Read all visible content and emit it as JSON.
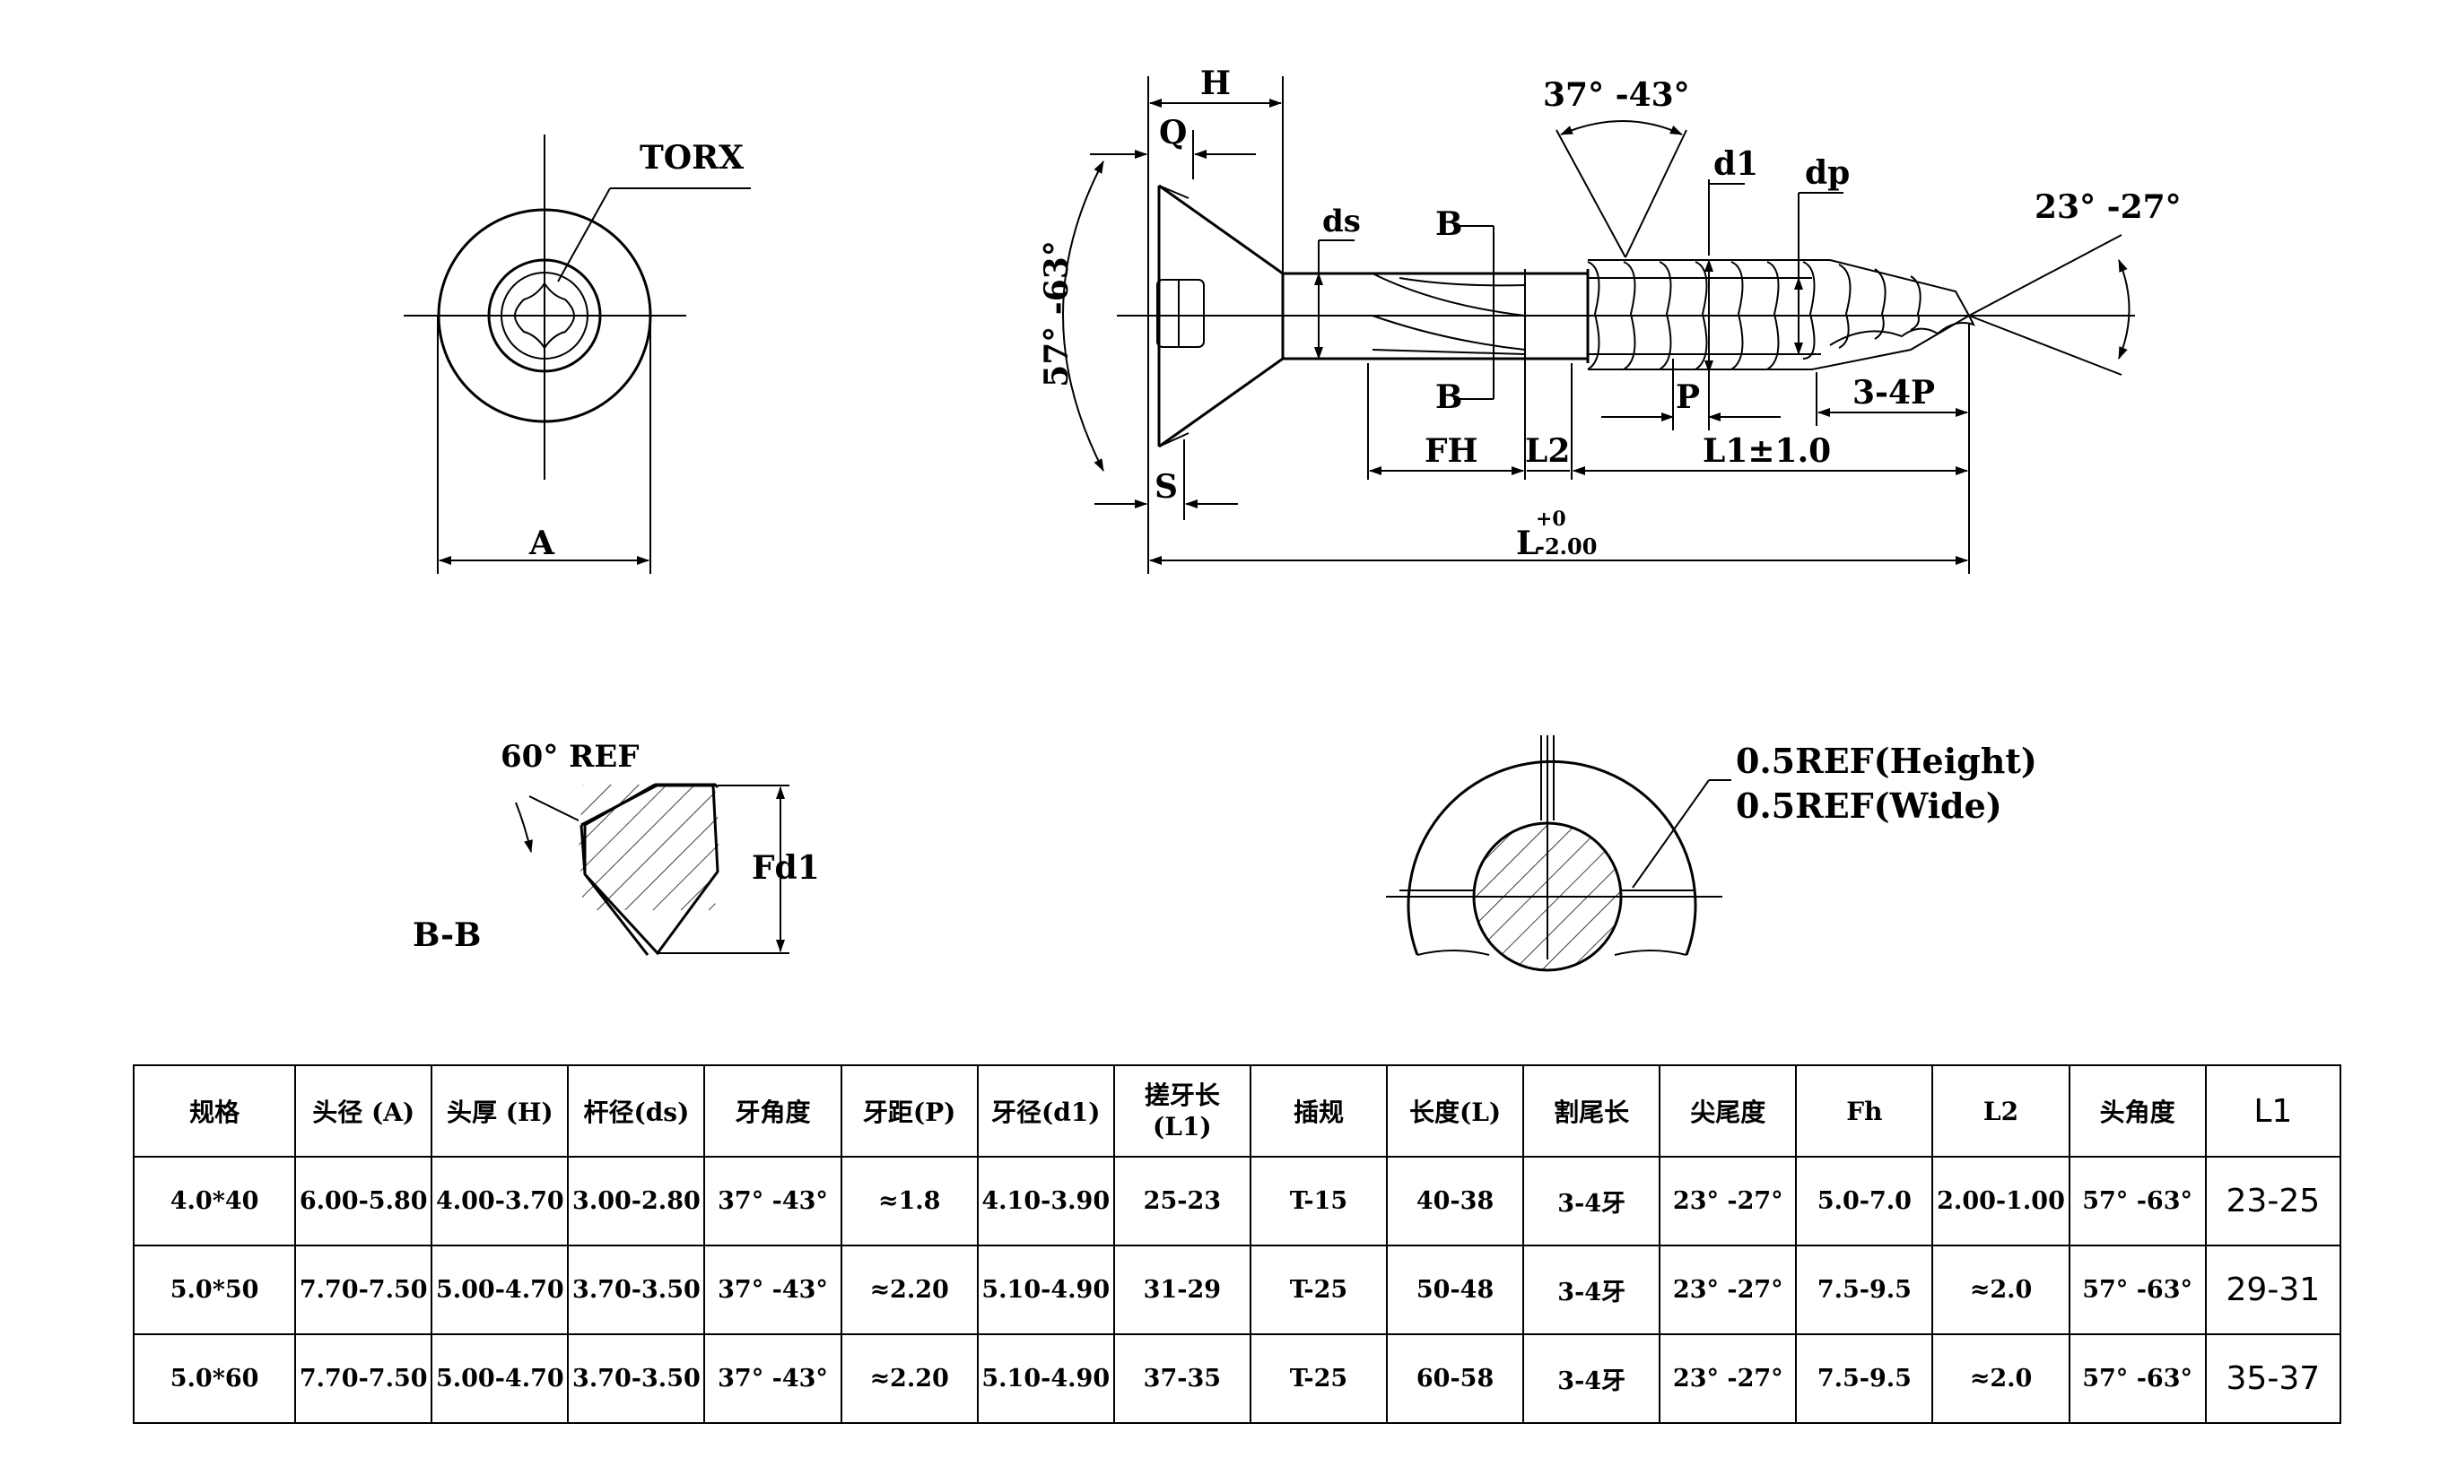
{
  "labels": {
    "torx": "TORX",
    "a": "A",
    "h": "H",
    "q": "Q",
    "s": "S",
    "head_angle": "57° -63°",
    "ds": "ds",
    "b_top": "B",
    "b_bottom": "B",
    "thread_angle": "37° -43°",
    "d1": "d1",
    "dp": "dp",
    "tip_angle": "23° -27°",
    "p": "P",
    "tip_len": "3-4P",
    "fh": "FH",
    "l2": "L2",
    "l1_tol": "L1±1.0",
    "l_main": "L",
    "l_upper": "+0",
    "l_lower": "-2.00",
    "hex_angle": "60° REF",
    "fd1": "Fd1",
    "section": "B-B",
    "ref_height": "0.5REF(Height)",
    "ref_wide": "0.5REF(Wide)"
  },
  "table": {
    "headers": [
      "规格",
      "头径 (A)",
      "头厚 (H)",
      "杆径(ds)",
      "牙角度",
      "牙距(P)",
      "牙径(d1)",
      "搓牙长(L1)",
      "插规",
      "长度(L)",
      "割尾长",
      "尖尾度",
      "Fh",
      "L2",
      "头角度",
      "L1"
    ],
    "rows": [
      [
        "4.0*40",
        "6.00-5.80",
        "4.00-3.70",
        "3.00-2.80",
        "37° -43°",
        "≈1.8",
        "4.10-3.90",
        "25-23",
        "T-15",
        "40-38",
        "3-4牙",
        "23° -27°",
        "5.0-7.0",
        "2.00-1.00",
        "57° -63°",
        "23-25"
      ],
      [
        "5.0*50",
        "7.70-7.50",
        "5.00-4.70",
        "3.70-3.50",
        "37° -43°",
        "≈2.20",
        "5.10-4.90",
        "31-29",
        "T-25",
        "50-48",
        "3-4牙",
        "23° -27°",
        "7.5-9.5",
        "≈2.0",
        "57° -63°",
        "29-31"
      ],
      [
        "5.0*60",
        "7.70-7.50",
        "5.00-4.70",
        "3.70-3.50",
        "37° -43°",
        "≈2.20",
        "5.10-4.90",
        "37-35",
        "T-25",
        "60-58",
        "3-4牙",
        "23° -27°",
        "7.5-9.5",
        "≈2.0",
        "57° -63°",
        "35-37"
      ]
    ]
  }
}
